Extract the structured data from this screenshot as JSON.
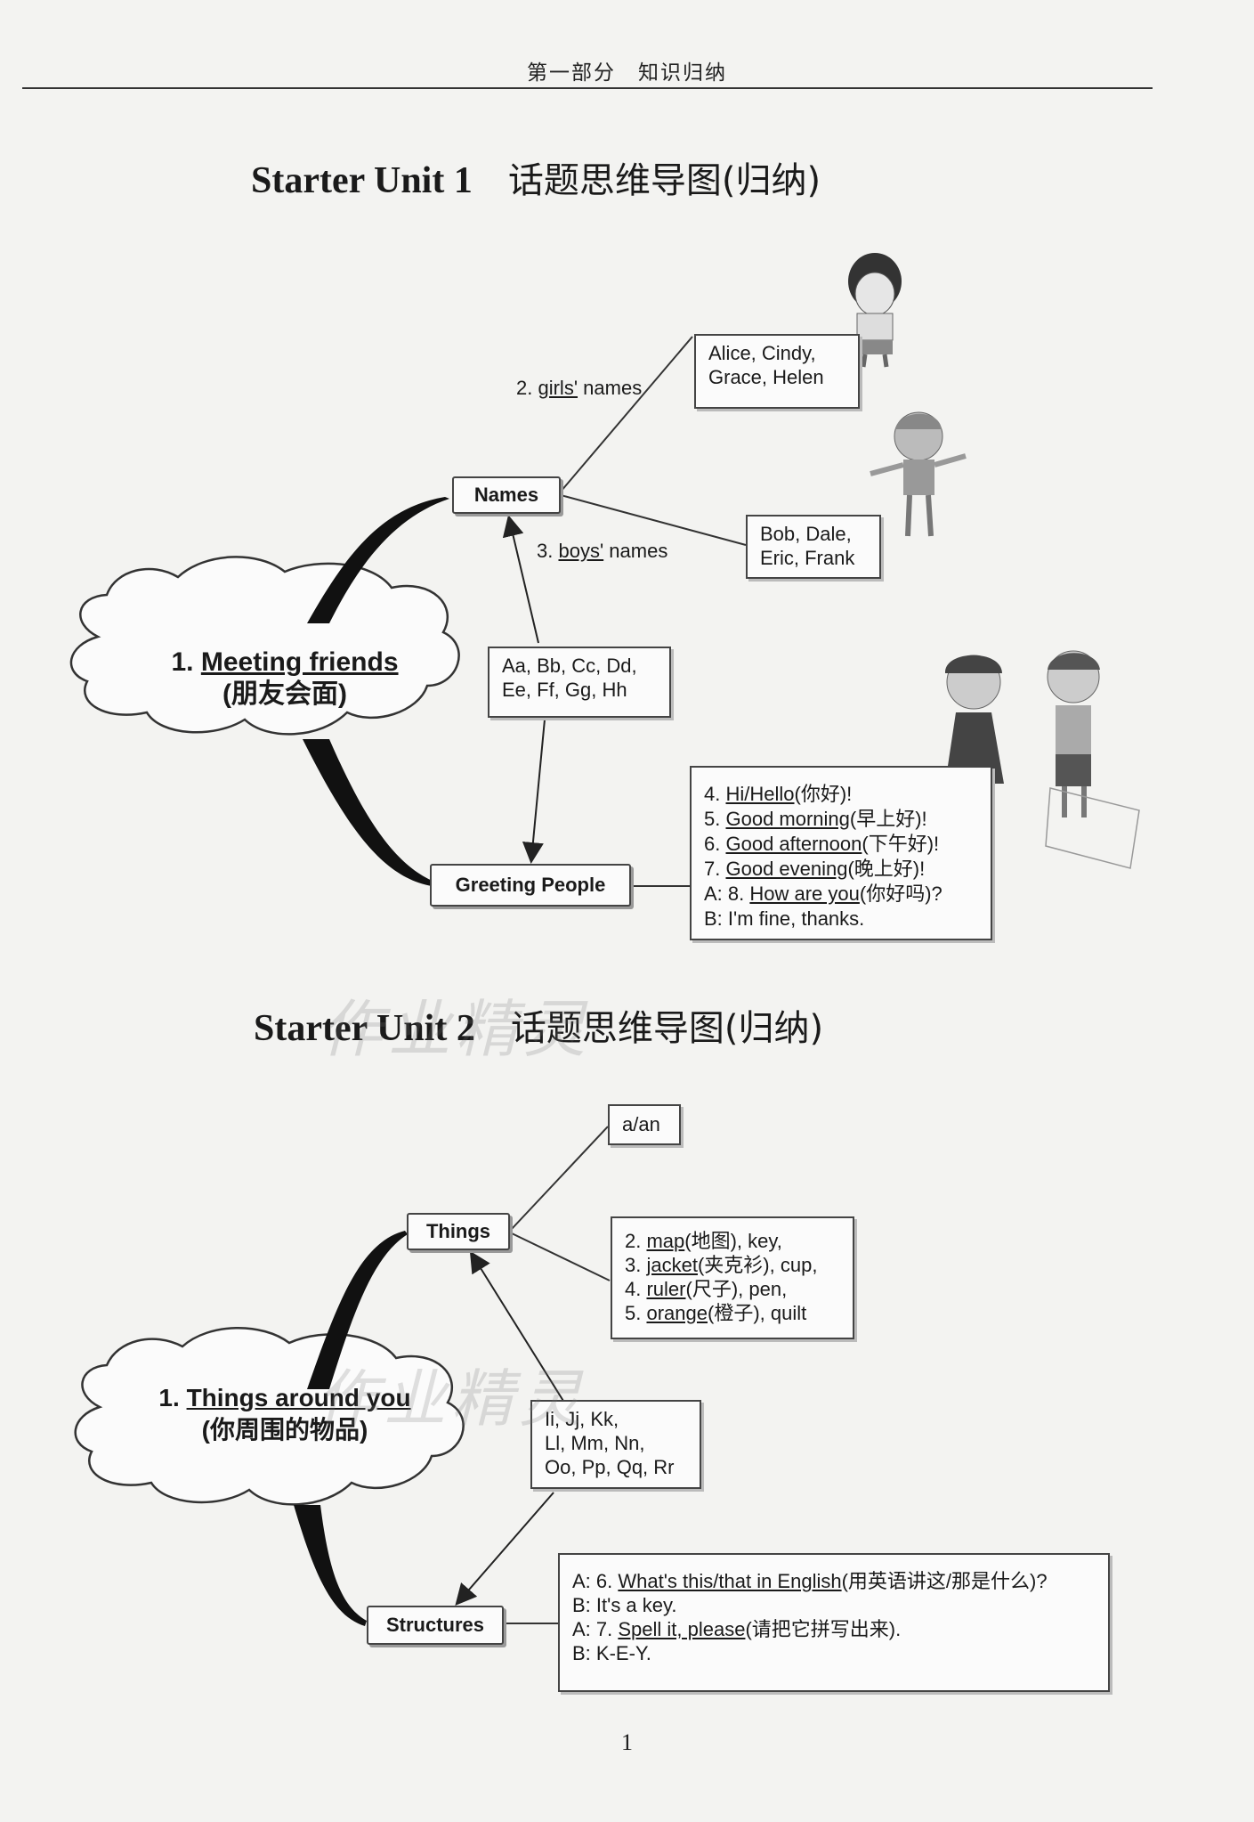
{
  "header": "第一部分　知识归纳",
  "page_number": "1",
  "unit1": {
    "title_en": "Starter Unit 1",
    "title_cn": "话题思维导图(归纳)",
    "center": {
      "title": "Meeting friends",
      "number": "1.",
      "subtitle": "(朋友会面)"
    },
    "names_node": "Names",
    "girls_branch": {
      "num": "2.",
      "word": "girls'",
      "rest": "names"
    },
    "girls_box": [
      "Alice, Cindy,",
      "Grace, Helen"
    ],
    "boys_branch": {
      "num": "3.",
      "word": "boys'",
      "rest": "names"
    },
    "boys_box": [
      "Bob, Dale,",
      "Eric, Frank"
    ],
    "letters_box": [
      "Aa, Bb, Cc, Dd,",
      "Ee, Ff, Gg, Hh"
    ],
    "greeting_node": "Greeting People",
    "greetings": [
      {
        "pre": "4.",
        "ans": "Hi/Hello",
        "post": "(你好)!"
      },
      {
        "pre": "5.",
        "ans": "Good morning",
        "post": "(早上好)!"
      },
      {
        "pre": "6.",
        "ans": "Good afternoon",
        "post": "(下午好)!"
      },
      {
        "pre": "7.",
        "ans": "Good evening",
        "post": "(晚上好)!"
      },
      {
        "pre": "A: 8.",
        "ans": "How are you",
        "post": "(你好吗)?"
      },
      {
        "pre": "B: I'm fine, thanks.",
        "ans": "",
        "post": ""
      }
    ]
  },
  "unit2": {
    "title_en": "Starter Unit 2",
    "title_cn": "话题思维导图(归纳)",
    "center": {
      "number": "1.",
      "title": "Things around you",
      "subtitle": "(你周围的物品)"
    },
    "things_node": "Things",
    "article_box": "a/an",
    "items": [
      {
        "pre": "2.",
        "ans": "map",
        "post": "(地图), key,"
      },
      {
        "pre": "3.",
        "ans": "jacket",
        "post": "(夹克衫), cup,"
      },
      {
        "pre": "4.",
        "ans": "ruler",
        "post": "(尺子), pen,"
      },
      {
        "pre": "5.",
        "ans": "orange",
        "post": "(橙子), quilt"
      }
    ],
    "letters_box": [
      "Ii, Jj, Kk,",
      "Ll, Mm, Nn,",
      "Oo, Pp, Qq, Rr"
    ],
    "structures_node": "Structures",
    "dialogue": [
      {
        "pre": "A: 6.",
        "ans": "What's this/that in English",
        "post": "(用英语讲这/那是什么)?"
      },
      {
        "pre": "B: It's a key.",
        "ans": "",
        "post": ""
      },
      {
        "pre": "A: 7.",
        "ans": "Spell it, please",
        "post": "(请把它拼写出来)."
      },
      {
        "pre": "B: K-E-Y.",
        "ans": "",
        "post": ""
      }
    ]
  },
  "watermark": "作业精灵",
  "colors": {
    "paper": "#f3f3f1",
    "ink": "#1a1a1a",
    "box_border": "#444444"
  }
}
